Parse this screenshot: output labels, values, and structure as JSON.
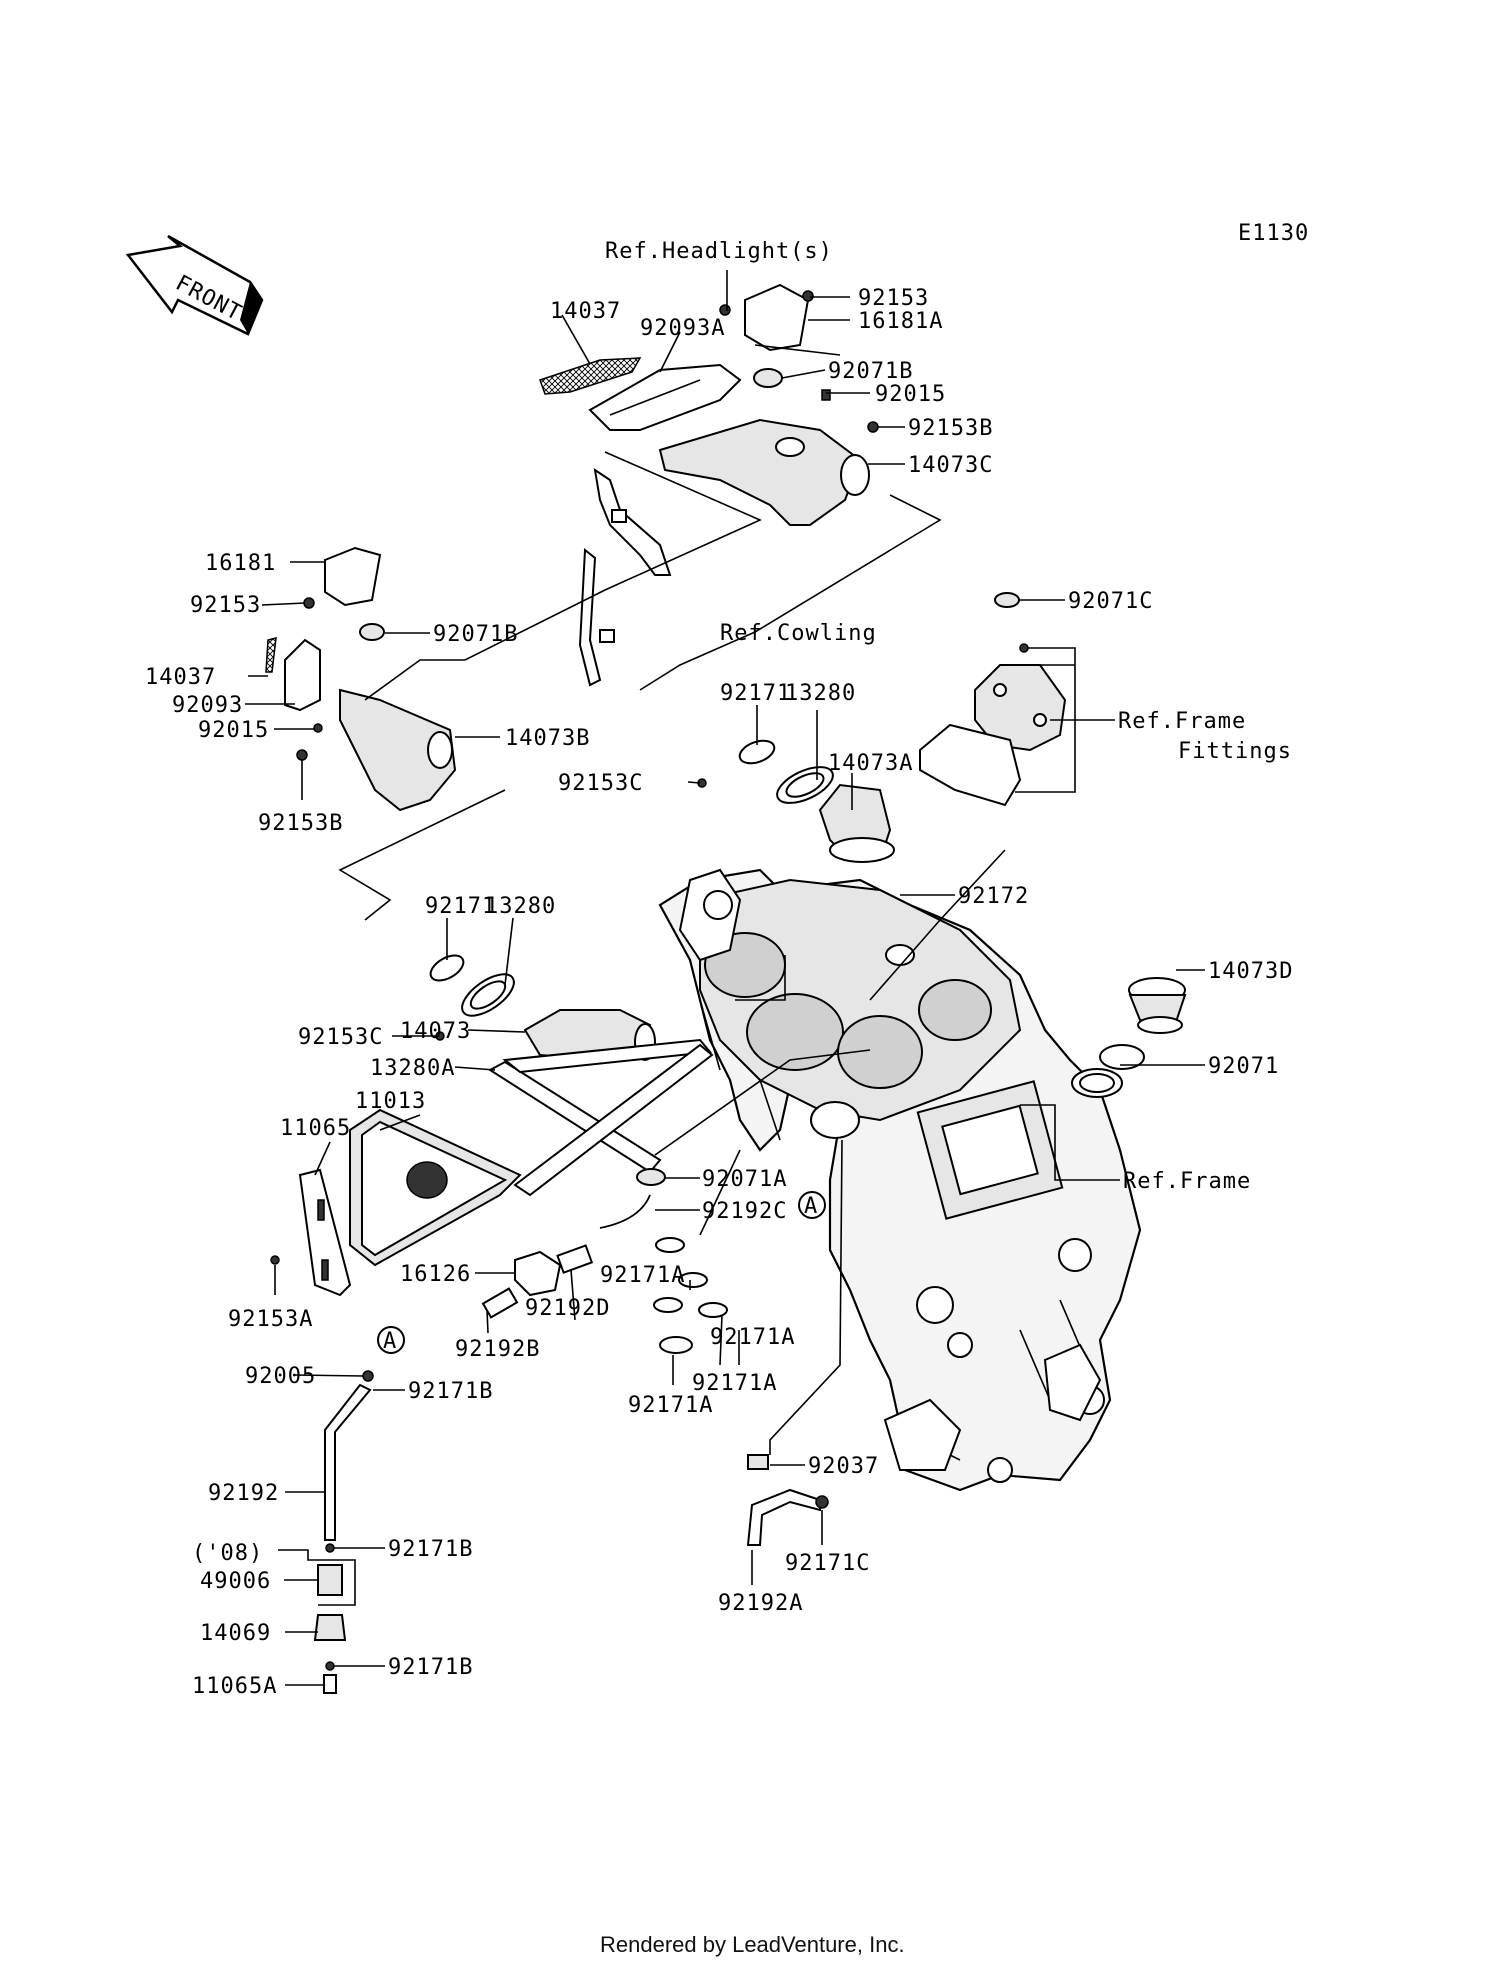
{
  "diagram_id": "E1130",
  "front_label": "FRONT",
  "footer": "Rendered by LeadVenture, Inc.",
  "refs": {
    "headlight": "Ref.Headlight(s)",
    "cowling": "Ref.Cowling",
    "frame_fittings_1": "Ref.Frame",
    "frame_fittings_2": "Fittings",
    "frame": "Ref.Frame"
  },
  "year_note": "('08)",
  "circle_marker": "A",
  "labels": {
    "p14037_top": "14037",
    "p92093A": "92093A",
    "p92153_top": "92153",
    "p16181A": "16181A",
    "p92071B_top": "92071B",
    "p92015_top": "92015",
    "p92153B_top": "92153B",
    "p14073C": "14073C",
    "p16181": "16181",
    "p92153_left": "92153",
    "p92071B_left": "92071B",
    "p14037_left": "14037",
    "p92093": "92093",
    "p92015_left": "92015",
    "p14073B": "14073B",
    "p92153B_left": "92153B",
    "p92071C": "92071C",
    "p92171_r": "92171",
    "p13280_r": "13280",
    "p14073A": "14073A",
    "p92153C_r": "92153C",
    "p92171_l": "92171",
    "p13280_l": "13280",
    "p92172": "92172",
    "p14073D": "14073D",
    "p92153C_l": "92153C",
    "p14073": "14073",
    "p92071": "92071",
    "p13280A": "13280A",
    "p11013": "11013",
    "p11065": "11065",
    "p92071A": "92071A",
    "p92192C": "92192C",
    "p16126": "16126",
    "p92192D": "92192D",
    "p92171A_1": "92171A",
    "p92153A": "92153A",
    "p92192B": "92192B",
    "p92171A_2": "92171A",
    "p92171A_3": "92171A",
    "p92171A_4": "92171A",
    "p92005": "92005",
    "p92171B_1": "92171B",
    "p92192": "92192",
    "p92037": "92037",
    "p92171B_2": "92171B",
    "p92171C": "92171C",
    "p49006": "49006",
    "p92192A": "92192A",
    "p14069": "14069",
    "p92171B_3": "92171B",
    "p11065A": "11065A"
  }
}
